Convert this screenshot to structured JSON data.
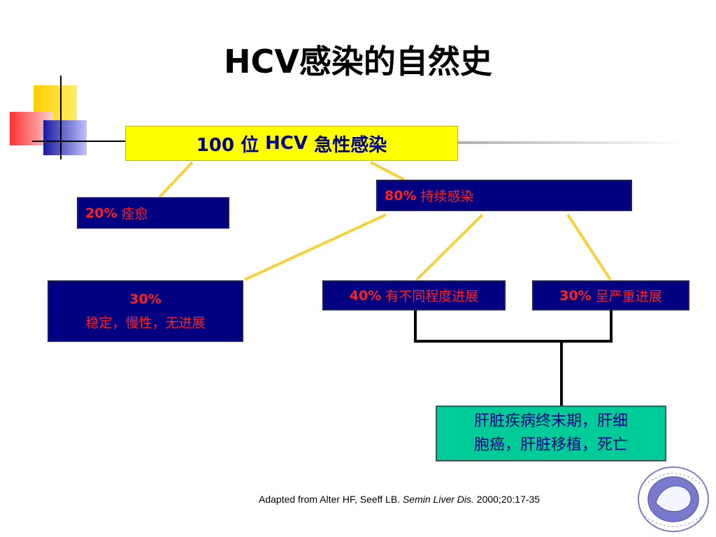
{
  "title": "HCV感染的自然史",
  "root": {
    "prefix": "100 位",
    "abbr": "HCV",
    "suffix": "急性感染"
  },
  "recovered": {
    "percent": "20%",
    "label": "痊愈"
  },
  "persistent": {
    "percent": "80%",
    "label": "持续感染"
  },
  "stable": {
    "percent": "30%",
    "label": "稳定，慢性，无进展"
  },
  "varying": {
    "percent": "40%",
    "label": "有不同程度进展"
  },
  "severe": {
    "percent": "30%",
    "label": "呈严重进展"
  },
  "outcome": {
    "line1": "肝脏疾病终末期，肝细",
    "line2": "胞癌，肝脏移植，死亡"
  },
  "citation": {
    "prefix": "Adapted from Alter HF, Seeff LB. ",
    "journal": "Semin Liver Dis.",
    "suffix": " 2000;20:17-35"
  },
  "colors": {
    "node_fill": "#000080",
    "node_text": "#ff2020",
    "root_fill": "#ffff00",
    "outcome_fill": "#00cc99",
    "connector_yellow": "#f5d23c",
    "connector_black": "#000000"
  }
}
